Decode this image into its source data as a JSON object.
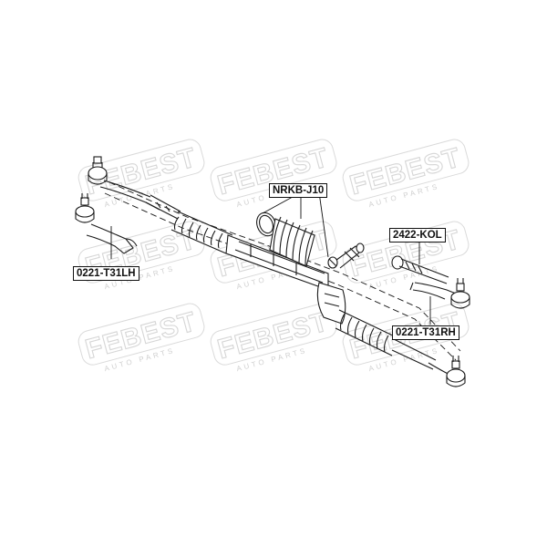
{
  "diagram": {
    "watermark": {
      "brand": "FEBEST",
      "tagline": "AUTO PARTS"
    },
    "parts": [
      {
        "id": "nrkb",
        "code": "NRKB-J10"
      },
      {
        "id": "kol",
        "code": "2422-KOL"
      },
      {
        "id": "lh",
        "code": "0221-T31LH"
      },
      {
        "id": "rh",
        "code": "0221-T31RH"
      }
    ]
  }
}
